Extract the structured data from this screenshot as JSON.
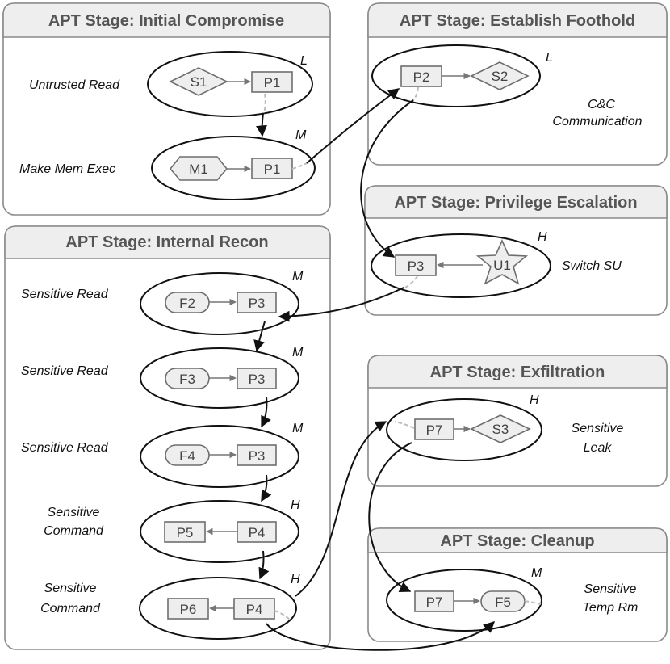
{
  "stages": {
    "initial_compromise": "APT Stage: Initial Compromise",
    "establish_foothold": "APT Stage: Establish Foothold",
    "privilege_escalation": "APT Stage: Privilege Escalation",
    "internal_recon": "APT Stage: Internal Recon",
    "exfiltration": "APT Stage: Exfiltration",
    "cleanup": "APT Stage: Cleanup"
  },
  "events": {
    "untrusted_read": {
      "label": "Untrusted Read",
      "severity": "L",
      "source": "S1",
      "target": "P1"
    },
    "make_mem_exec": {
      "label": "Make Mem Exec",
      "severity": "M",
      "source": "M1",
      "target": "P1"
    },
    "cc_communication": {
      "label_line1": "C&C",
      "label_line2": "Communication",
      "severity": "L",
      "source": "P2",
      "target": "S2"
    },
    "switch_su": {
      "label": "Switch SU",
      "severity": "H",
      "source": "U1",
      "target": "P3"
    },
    "sensitive_read_1": {
      "label": "Sensitive Read",
      "severity": "M",
      "source": "F2",
      "target": "P3"
    },
    "sensitive_read_2": {
      "label": "Sensitive Read",
      "severity": "M",
      "source": "F3",
      "target": "P3"
    },
    "sensitive_read_3": {
      "label": "Sensitive Read",
      "severity": "M",
      "source": "F4",
      "target": "P3"
    },
    "sensitive_command_1": {
      "label_line1": "Sensitive",
      "label_line2": "Command",
      "severity": "H",
      "source": "P4",
      "target": "P5"
    },
    "sensitive_command_2": {
      "label_line1": "Sensitive",
      "label_line2": "Command",
      "severity": "H",
      "source": "P4",
      "target": "P6"
    },
    "sensitive_leak": {
      "label_line1": "Sensitive",
      "label_line2": "Leak",
      "severity": "H",
      "source": "P7",
      "target": "S3"
    },
    "sensitive_temp_rm": {
      "label_line1": "Sensitive",
      "label_line2": "Temp Rm",
      "severity": "M",
      "source": "P7",
      "target": "F5"
    }
  },
  "colors": {
    "stage_header_fill": "#eeeeee",
    "stage_border": "#8a8a8a",
    "node_fill": "#eeeeee",
    "edge": "#111111"
  }
}
